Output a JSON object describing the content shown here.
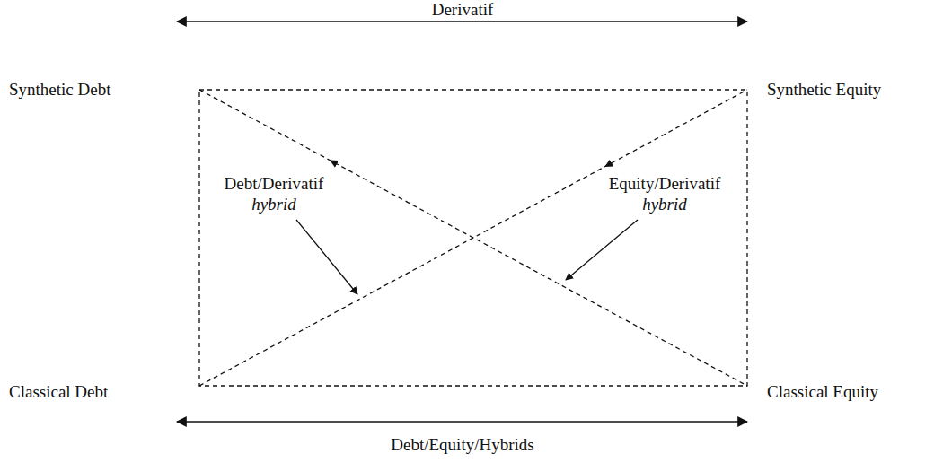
{
  "diagram": {
    "labels": [
      "Derivatif",
      "Synthetic Debt",
      "Synthetic Equity",
      "Debt/Derivatif",
      "hybrid",
      "Equity/Derivatif",
      "hybrid",
      "Classical Debt",
      "Classical Equity",
      "Debt/Equity/Hybrids"
    ]
  }
}
